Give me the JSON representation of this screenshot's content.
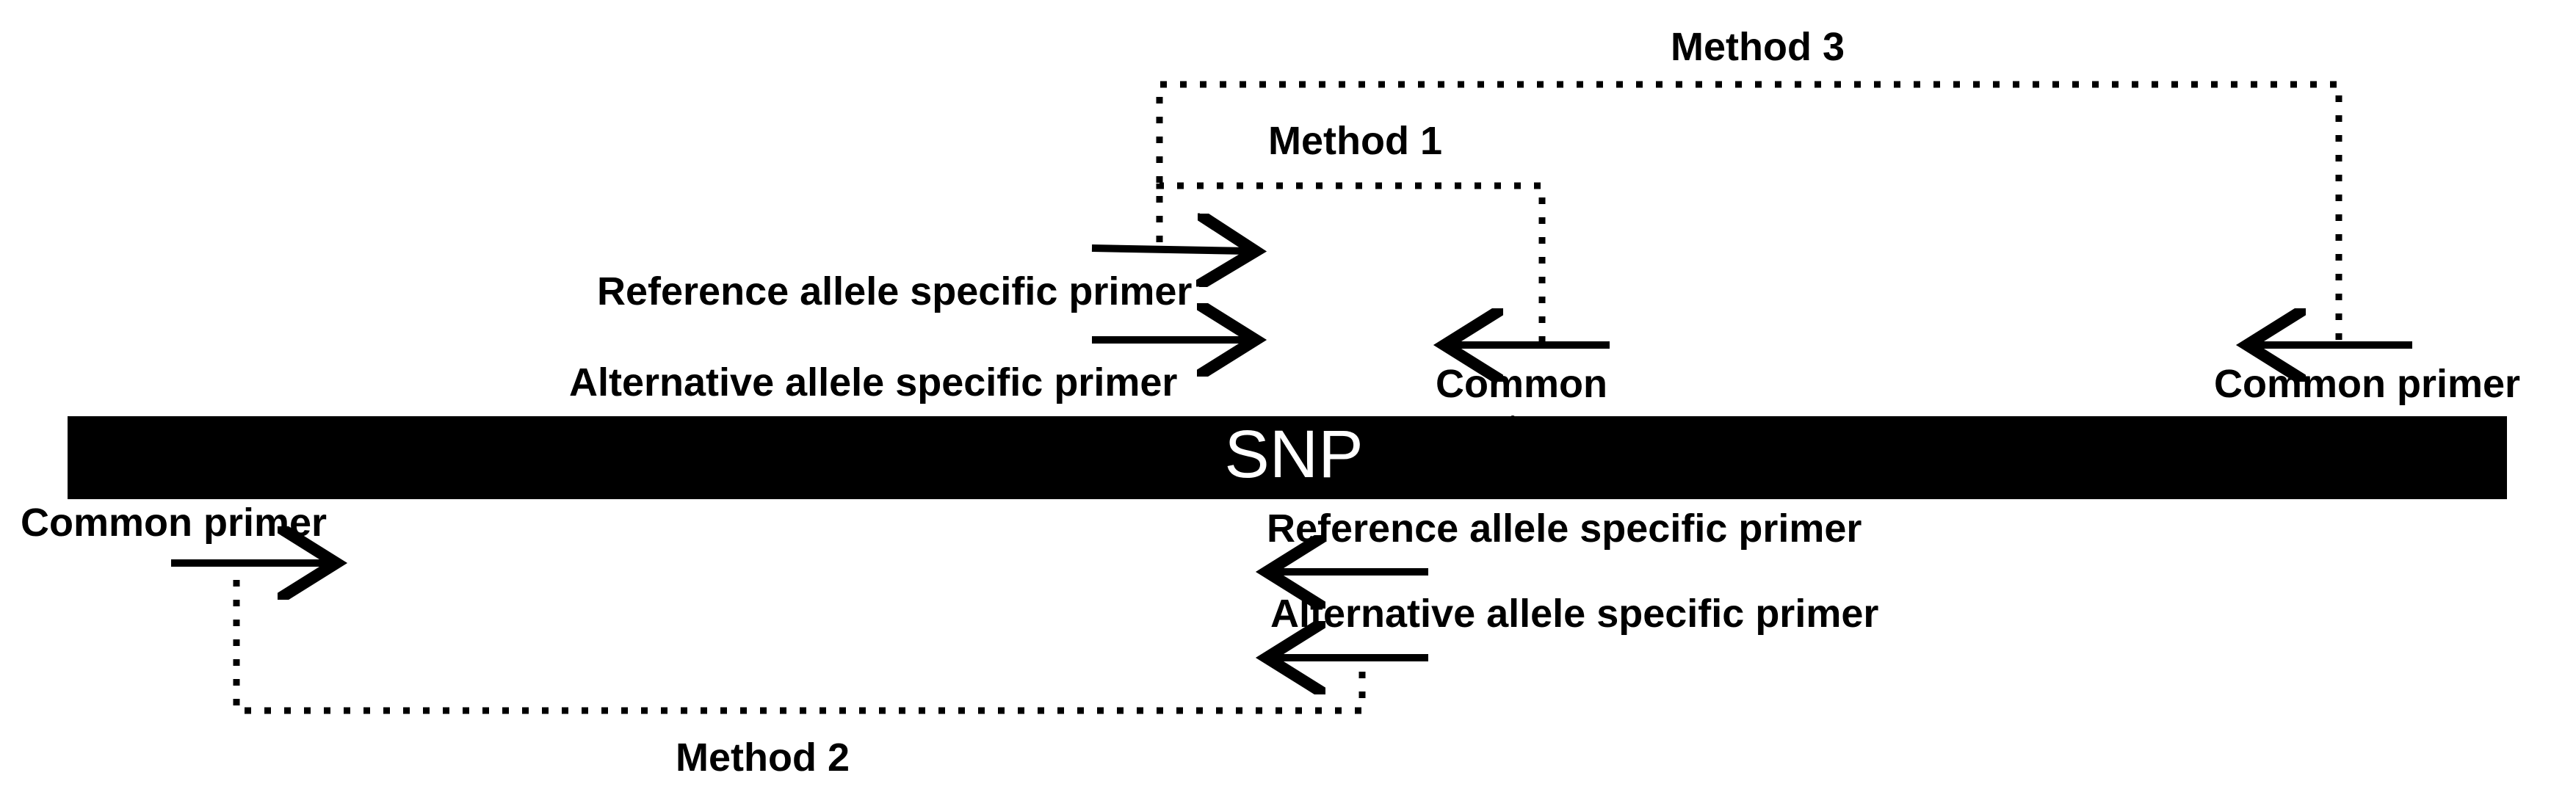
{
  "colors": {
    "background": "#ffffff",
    "ink": "#000000",
    "snp_text": "#ffffff"
  },
  "snp_label": "SNP",
  "methods": {
    "method1": "Method 1",
    "method2": "Method 2",
    "method3": "Method 3"
  },
  "upper_primers": {
    "reference": "Reference allele specific primer",
    "alternative": "Alternative allele specific primer",
    "common_method1": "Common",
    "common_method3": "Common primer"
  },
  "lower_primers": {
    "common": "Common primer",
    "reference": "Reference allele specific primer",
    "alternative": "Alternative allele specific primer"
  }
}
